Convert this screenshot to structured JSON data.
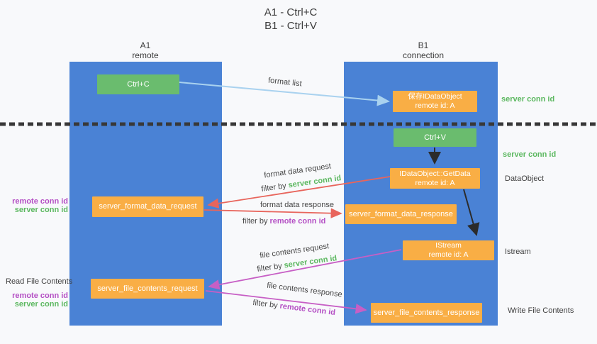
{
  "title": {
    "line1": "A1 - Ctrl+C",
    "line2": "B1 - Ctrl+V"
  },
  "columns": [
    {
      "label": "A1",
      "sublabel": "remote"
    },
    {
      "label": "B1",
      "sublabel": "connection"
    }
  ],
  "nodes": {
    "ctrl_c": "Ctrl+C",
    "save_idataobject": {
      "line1": "保存IDataObject",
      "line2": "remote id: A"
    },
    "ctrl_v": "Ctrl+V",
    "getdata": {
      "line1": "IDataObject::GetData",
      "line2": "remote id: A"
    },
    "format_request": "server_format_data_request",
    "format_response": "server_format_data_response",
    "istream": {
      "line1": "IStream",
      "line2": "remote id: A"
    },
    "file_request": "server_file_contents_request",
    "file_response": "server_file_contents_response"
  },
  "flow_labels": {
    "format_list": "format list",
    "format_data_request": "format data request",
    "format_data_response": "format data response",
    "file_contents_request": "file contents request",
    "file_contents_response": "file contents response",
    "filter_prefix": "filter by ",
    "server_conn_id": "server conn id",
    "remote_conn_id": "remote conn id"
  },
  "side_labels": {
    "server_conn_id": "server conn id",
    "remote_conn_id": "remote conn id",
    "dataobject": "DataObject",
    "istream": "Istream",
    "read_file_contents": "Read File Contents",
    "write_file_contents": "Write File Contents"
  },
  "colors": {
    "column_blue": "#4a82d5",
    "box_green": "#6abc6e",
    "box_orange": "#f9ae45",
    "arrow_light_blue": "#a9d2ef",
    "arrow_red": "#e8655c",
    "arrow_magenta": "#c75fc5",
    "arrow_black": "#2b2b2b",
    "text_green": "#5cb860",
    "text_purple": "#b44fc4",
    "dash_line": "#383838"
  }
}
